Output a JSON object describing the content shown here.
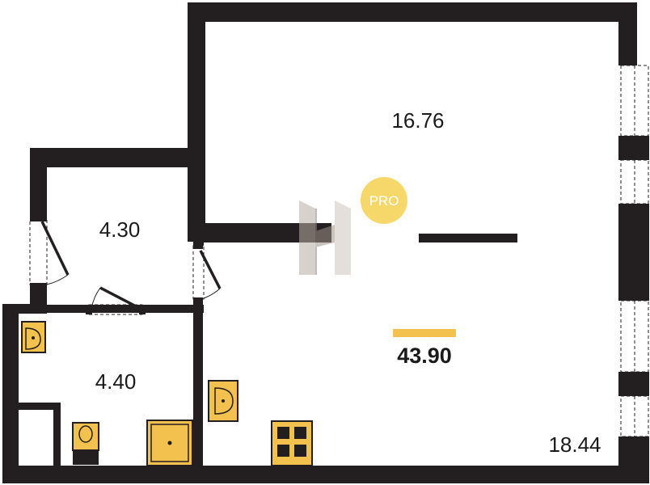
{
  "rooms": {
    "living_area": "16.76",
    "hall_area": "4.30",
    "bath_area": "4.40",
    "kitchen_area": "18.44"
  },
  "total_area": "43.90",
  "badge": {
    "text": "PRO"
  },
  "colors": {
    "wall": "#231f20",
    "accent": "#f2c14e",
    "badge": "#f6d86a",
    "total_underline": "#f2c14e",
    "logo": "#d8d0c8"
  },
  "icons": {
    "logo": "h-logo-icon",
    "badge": "pro-badge-icon",
    "stove": "stove-icon",
    "sink": "sink-icon",
    "toilet": "toilet-icon",
    "shower": "shower-tray-icon",
    "washbasin": "washbasin-icon"
  }
}
